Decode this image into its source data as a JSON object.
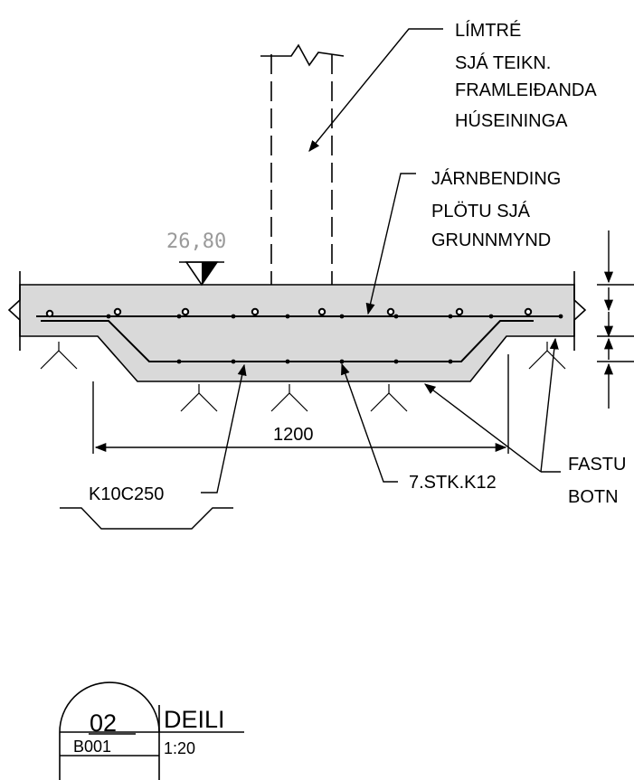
{
  "labels": {
    "limtre": [
      "LÍMTRÉ",
      "SJÁ TEIKN.",
      "FRAMLEIÐANDA",
      "HÚSEININGA"
    ],
    "jarnbending": [
      "JÁRNBENDING",
      "PLÖTU SJÁ",
      "GRUNNMYND"
    ],
    "fastur": [
      "FASTU",
      "BOTN"
    ],
    "elevation": "26,80",
    "dimension": "1200",
    "rebar_k10": "K10C250",
    "rebar_k12": "7.STK.K12"
  },
  "title_block": {
    "detail_number": "02",
    "sheet": "B001",
    "title": "DEILI",
    "scale": "1:20"
  }
}
